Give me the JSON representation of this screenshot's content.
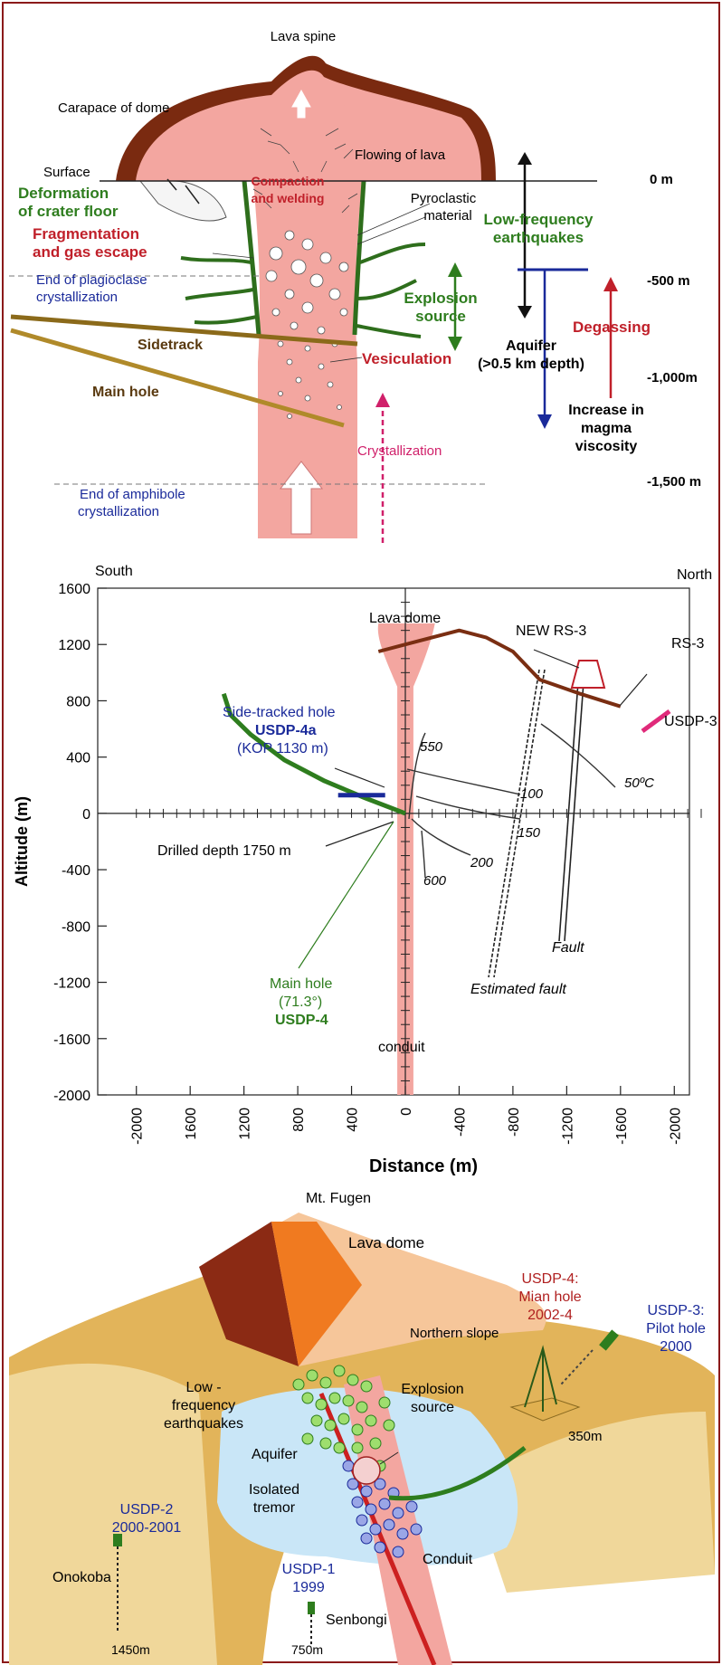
{
  "top": {
    "lava_spine": "Lava spine",
    "carapace": "Carapace of dome",
    "surface": "Surface",
    "flowing": "Flowing of lava",
    "compaction_1": "Compaction",
    "compaction_2": "and welding",
    "deformation_1": "Deformation",
    "deformation_2": "of crater floor",
    "pyroclastic_1": "Pyroclastic",
    "pyroclastic_2": "material",
    "lf_eq_1": "Low-frequency",
    "lf_eq_2": "earthquakes",
    "fragmentation_1": "Fragmentation",
    "fragmentation_2": "and gas escape",
    "plagioclase_1": "End of plagioclase",
    "plagioclase_2": "crystallization",
    "explosion_1": "Explosion",
    "explosion_2": "source",
    "degassing": "Degassing",
    "sidetrack": "Sidetrack",
    "vesiculation": "Vesiculation",
    "aquifer_1": "Aquifer",
    "aquifer_2": "(>0.5 km depth)",
    "main_hole": "Main hole",
    "viscosity_1": "Increase in",
    "viscosity_2": "magma",
    "viscosity_3": "viscosity",
    "crystallization": "Crystallization",
    "amphibole_1": "End of amphibole",
    "amphibole_2": "crystallization",
    "depth_0": "0 m",
    "depth_500": "-500 m",
    "depth_1000": "-1,000m",
    "depth_1500": "-1,500 m"
  },
  "chart_data": {
    "type": "line",
    "xlabel": "Distance (m)",
    "ylabel": "Altitude (m)",
    "ylim": [
      -2000,
      1600
    ],
    "xlim": [
      2200,
      -2200
    ],
    "x_ticks": [
      "-2000",
      "1600",
      "1200",
      "800",
      "400",
      "0",
      "-400",
      "-800",
      "-1200",
      "-1600",
      "-2000"
    ],
    "y_ticks": [
      "1600",
      "1200",
      "800",
      "400",
      "0",
      "-400",
      "-800",
      "-1200",
      "-1600",
      "-2000"
    ],
    "grid": false,
    "labels": {
      "south": "South",
      "north": "North",
      "lava_dome": "Lava dome",
      "new_rs3": "NEW RS-3",
      "rs3": "RS-3",
      "usdp3": "USDP-3",
      "sidetracked_1": "Side-tracked hole",
      "sidetracked_2": "USDP-4a",
      "sidetracked_3": "(KOP 1130 m)",
      "drilled": "Drilled depth 1750 m",
      "main_1": "Main hole",
      "main_2": "(71.3°)",
      "main_3": "USDP-4",
      "conduit": "conduit",
      "fault": "Fault",
      "est_fault": "Estimated fault",
      "iso_50": "50ºC",
      "iso_100": "100",
      "iso_150": "150",
      "iso_200": "200",
      "iso_550": "550",
      "iso_600": "600"
    },
    "series": [
      {
        "name": "",
        "color": "#7a2e12",
        "x": [
          -1600,
          -1300,
          -1000,
          -800,
          -600,
          -400,
          -200,
          0,
          200
        ],
        "y": [
          760,
          850,
          950,
          1150,
          1250,
          1300,
          1250,
          1200,
          1150
        ]
      },
      {
        "name": "",
        "color": "#2e7d1e",
        "x": [
          0,
          300,
          600,
          900,
          1150,
          1300,
          1350
        ],
        "y": [
          0,
          110,
          230,
          380,
          560,
          700,
          850
        ]
      },
      {
        "name": "",
        "color": "#1a2a9a",
        "x": [
          150,
          500
        ],
        "y": [
          130,
          130
        ]
      }
    ]
  },
  "bottom": {
    "mt_fugen": "Mt. Fugen",
    "lava_dome": "Lava dome",
    "usdp4_1": "USDP-4:",
    "usdp4_2": "Mian hole",
    "usdp4_3": "2002-4",
    "northern_slope": "Northern slope",
    "usdp3_1": "USDP-3:",
    "usdp3_2": "Pilot hole",
    "usdp3_3": "2000",
    "lf_1": "Low -",
    "lf_2": "frequency",
    "lf_3": "earthquakes",
    "explosion_1": "Explosion",
    "explosion_2": "source",
    "d350": "350m",
    "aquifer": "Aquifer",
    "isolated_1": "Isolated",
    "isolated_2": "tremor",
    "usdp2_1": "USDP-2",
    "usdp2_2": "2000-2001",
    "onokoba": "Onokoba",
    "usdp1_1": "USDP-1",
    "usdp1_2": "1999",
    "conduit": "Conduit",
    "senbongi": "Senbongi",
    "d1450": "1450m",
    "d750": "750m"
  }
}
